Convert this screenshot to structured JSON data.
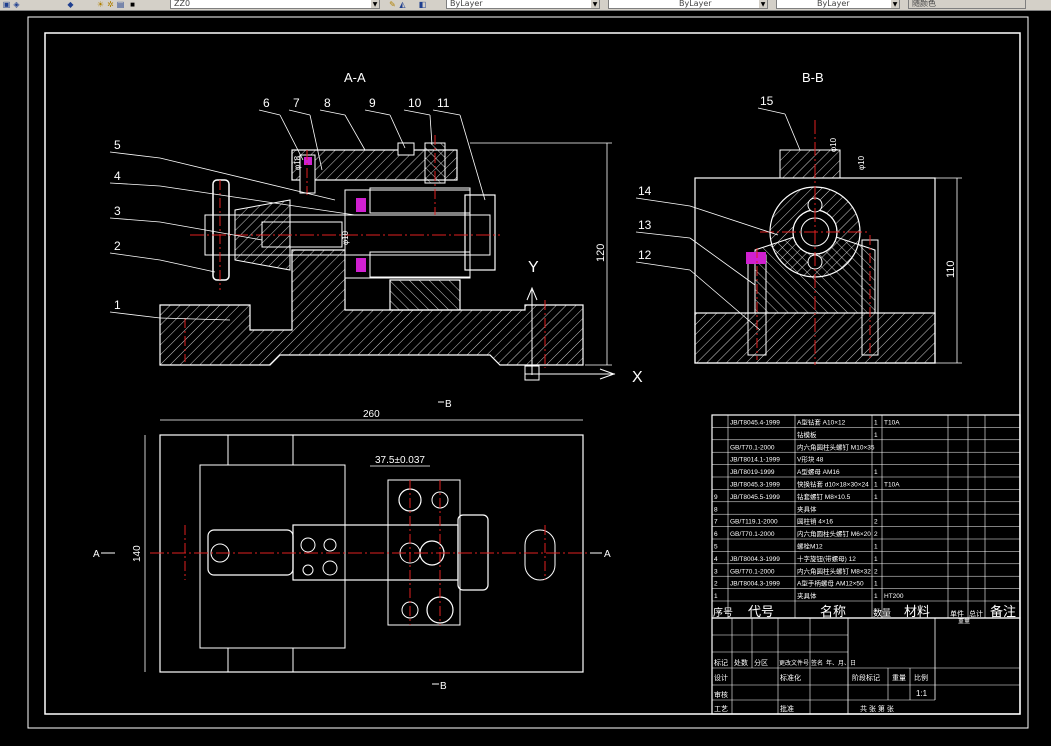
{
  "toolbar": {
    "layer_combo": "ZZ0",
    "linetype_combo": "ByLayer",
    "lineweight_combo": "ByLayer",
    "color_combo": "ByLayer",
    "plotstyle_combo": "随颜色",
    "icons": [
      "layers-icon",
      "layer-state-icon",
      "match-layer-icon",
      "color-icon"
    ]
  },
  "views": {
    "section_aa": "A-A",
    "section_bb": "B-B",
    "mark_b_top": "B",
    "mark_b_bottom": "B",
    "mark_a_left": "A",
    "mark_a_right": "A",
    "axis_y": "Y",
    "axis_x": "X"
  },
  "balloons_aa": [
    "1",
    "2",
    "3",
    "4",
    "5",
    "6",
    "7",
    "8",
    "9",
    "10",
    "11"
  ],
  "balloons_bb": [
    "12",
    "13",
    "14",
    "15"
  ],
  "dimensions": {
    "height_aa": "120",
    "height_bb": "110",
    "width_plan": "260",
    "height_plan": "140",
    "offset_plan": "37.5±0.037",
    "fit_aa": "φ18",
    "fit_aa2": "φ10",
    "fit_bb": "φ10",
    "fit_bb2": "φ10"
  },
  "bom": {
    "rows": [
      {
        "no": "",
        "code": "JB/T8045.4-1999",
        "name": "A型钻套 A10×12",
        "qty": "1",
        "mat": "T10A"
      },
      {
        "no": "",
        "code": "",
        "name": "钻模板",
        "qty": "1",
        "mat": ""
      },
      {
        "no": "",
        "code": "GB/T70.1-2000",
        "name": "内六角圆柱头螺钉 M10×35",
        "qty": "",
        "mat": ""
      },
      {
        "no": "",
        "code": "JB/T8014.1-1999",
        "name": "V形块 48",
        "qty": "",
        "mat": ""
      },
      {
        "no": "",
        "code": "JB/T8019-1999",
        "name": "A型螺母 AM16",
        "qty": "1",
        "mat": ""
      },
      {
        "no": "",
        "code": "JB/T8045.3-1999",
        "name": "快换钻套 d10×18×30×24",
        "qty": "1",
        "mat": "T10A"
      },
      {
        "no": "9",
        "code": "JB/T8045.5-1999",
        "name": "钻套螺钉 M8×10.5",
        "qty": "1",
        "mat": ""
      },
      {
        "no": "8",
        "code": "",
        "name": "夹具体",
        "qty": "",
        "mat": ""
      },
      {
        "no": "7",
        "code": "GB/T119.1-2000",
        "name": "圆柱销 4×16",
        "qty": "2",
        "mat": ""
      },
      {
        "no": "6",
        "code": "GB/T70.1-2000",
        "name": "内六角圆柱头螺钉 M6×20",
        "qty": "2",
        "mat": ""
      },
      {
        "no": "5",
        "code": "",
        "name": "螺栓M12",
        "qty": "1",
        "mat": ""
      },
      {
        "no": "4",
        "code": "JB/T8004.3-1999",
        "name": "十字旋钮(带螺母) 12",
        "qty": "1",
        "mat": ""
      },
      {
        "no": "3",
        "code": "GB/T70.1-2000",
        "name": "内六角圆柱头螺钉 M8×32",
        "qty": "2",
        "mat": ""
      },
      {
        "no": "2",
        "code": "JB/T8004.3-1999",
        "name": "A型手柄螺母 AM12×50",
        "qty": "1",
        "mat": ""
      },
      {
        "no": "1",
        "code": "",
        "name": "夹具体",
        "qty": "1",
        "mat": "HT200"
      }
    ],
    "header": {
      "no": "序号",
      "code": "代号",
      "name": "名称",
      "qty": "数量",
      "mat": "材料",
      "unit": "单件",
      "total": "总计",
      "weight": "重量",
      "note": "备注"
    }
  },
  "title_block": {
    "r1": [
      "标记",
      "处数",
      "分区",
      "更改文件号",
      "签名",
      "年、月、日"
    ],
    "designer": "设计",
    "standard": "标准化",
    "stage": "阶段标记",
    "weight": "重量",
    "scale": "比例",
    "scale_value": "1:1",
    "review": "审核",
    "process": "工艺",
    "approve": "批准",
    "sheets": "共 张 第 张"
  }
}
